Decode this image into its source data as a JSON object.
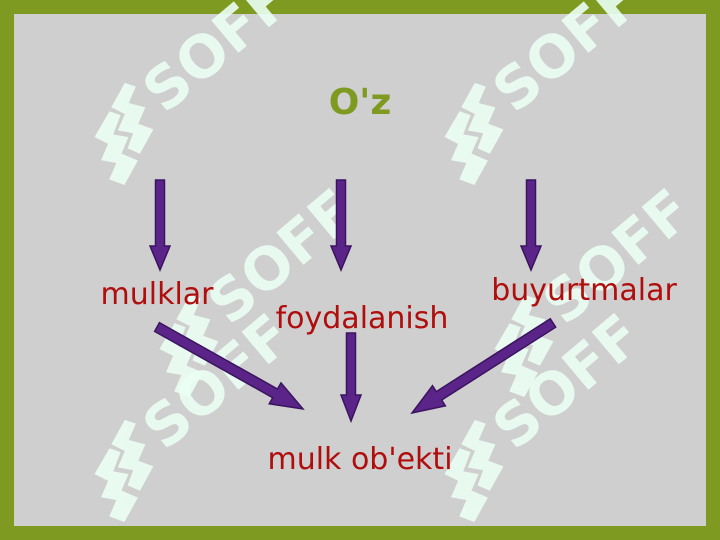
{
  "colors": {
    "frame": "#7f9a20",
    "background": "#cfcfcf",
    "title": "#7f9a20",
    "node_text": "#b00d0d",
    "arrow_fill": "#5b2488",
    "arrow_stroke": "#3b1460",
    "watermark": "#ebfff4"
  },
  "title": "O'z",
  "nodes": {
    "left": "mulklar",
    "middle": "foydalanish",
    "right": "buyurtmalar",
    "bottom": "mulk ob'ekti"
  },
  "watermark": {
    "text": "SOFF",
    "icon": "soff-logo-icon"
  }
}
